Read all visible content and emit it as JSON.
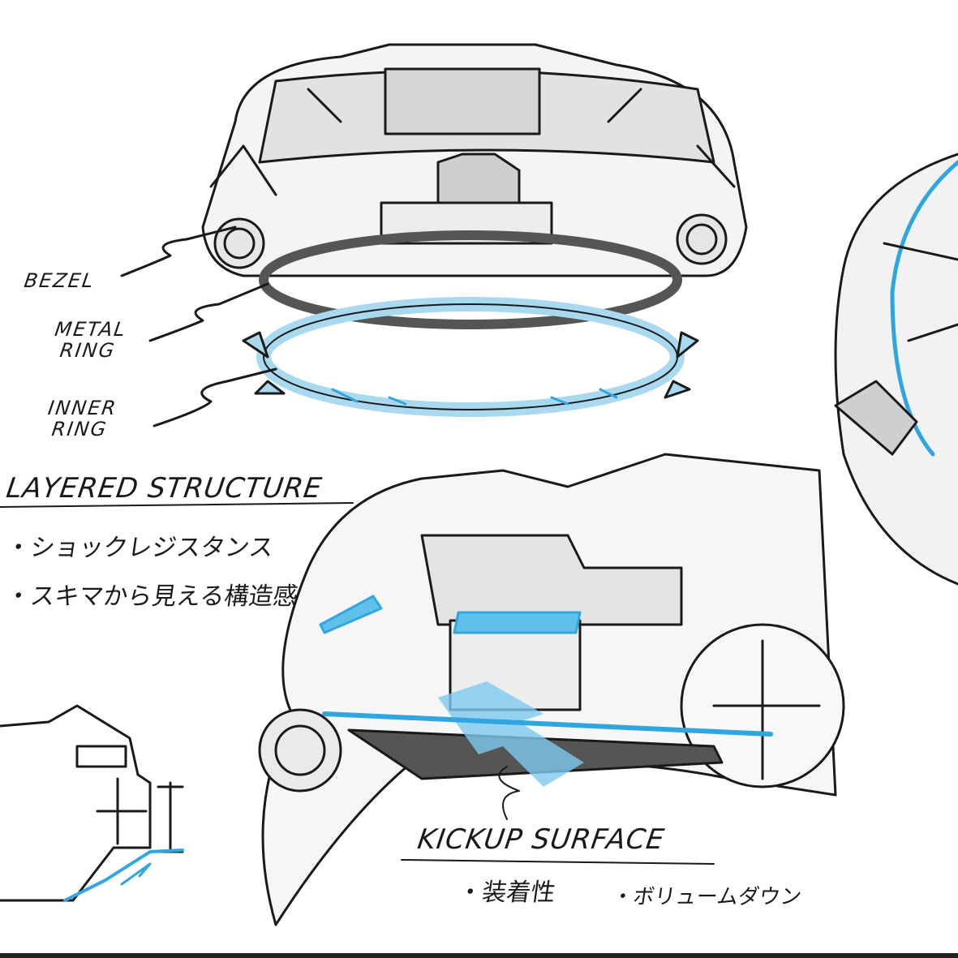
{
  "labels": {
    "bezel": "BEZEL",
    "metal_ring": "METAL RING",
    "inner_ring": "INNER RING"
  },
  "layered_structure": {
    "title": "LAYERED STRUCTURE",
    "points": [
      "・ショックレジスタンス",
      "・スキマから見える構造感"
    ]
  },
  "kickup_surface": {
    "title": "KICKUP SURFACE",
    "points": [
      "・装着性",
      "・ボリュームダウン"
    ]
  },
  "colors": {
    "ink": "#1a1a1a",
    "accent_blue": "#2fa6e0",
    "light_blue": "#a9d9ef",
    "gray_fill": "#d9d9d9"
  }
}
